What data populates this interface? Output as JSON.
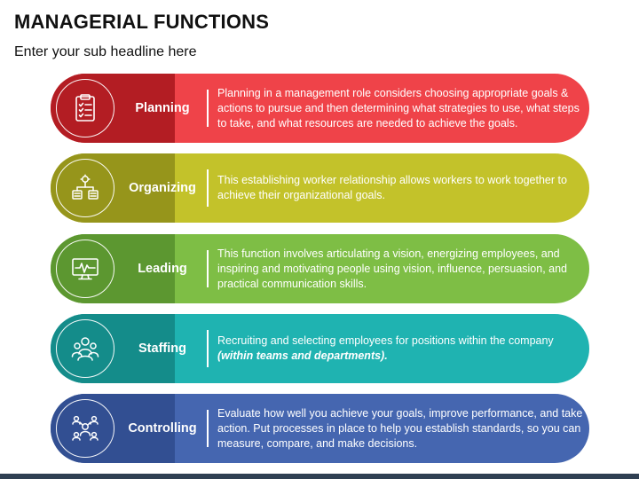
{
  "title": "MANAGERIAL FUNCTIONS",
  "subtitle": "Enter your sub headline here",
  "functions": [
    {
      "label": "Planning",
      "icon": "clipboard-checklist-icon",
      "color": "#ef4349",
      "dark_color": "#b31d23",
      "description": "Planning in a management role considers choosing appropriate goals & actions to pursue and then determining what strategies to use, what steps to take, and what resources are needed to achieve the goals."
    },
    {
      "label": "Organizing",
      "icon": "org-chart-gear-icon",
      "color": "#c3c22a",
      "dark_color": "#96951b",
      "description": "This establishing worker relationship allows workers to work together to achieve their organizational goals."
    },
    {
      "label": "Leading",
      "icon": "monitor-pulse-icon",
      "color": "#7ebe45",
      "dark_color": "#5c9730",
      "description": "This function involves articulating a vision, energizing employees, and inspiring and motivating people using vision, influence, persuasion, and practical communication skills."
    },
    {
      "label": "Staffing",
      "icon": "team-people-icon",
      "color": "#1fb3b1",
      "dark_color": "#148c8a",
      "description": "Recruiting and selecting employees for positions within the company ",
      "description_italic": "(within teams and departments)."
    },
    {
      "label": "Controlling",
      "icon": "people-network-icon",
      "color": "#4566b0",
      "dark_color": "#324f92",
      "description": "Evaluate how well you achieve your goals, improve performance, and take action. Put processes in place to help you establish standards, so you can measure, compare, and make decisions."
    }
  ]
}
